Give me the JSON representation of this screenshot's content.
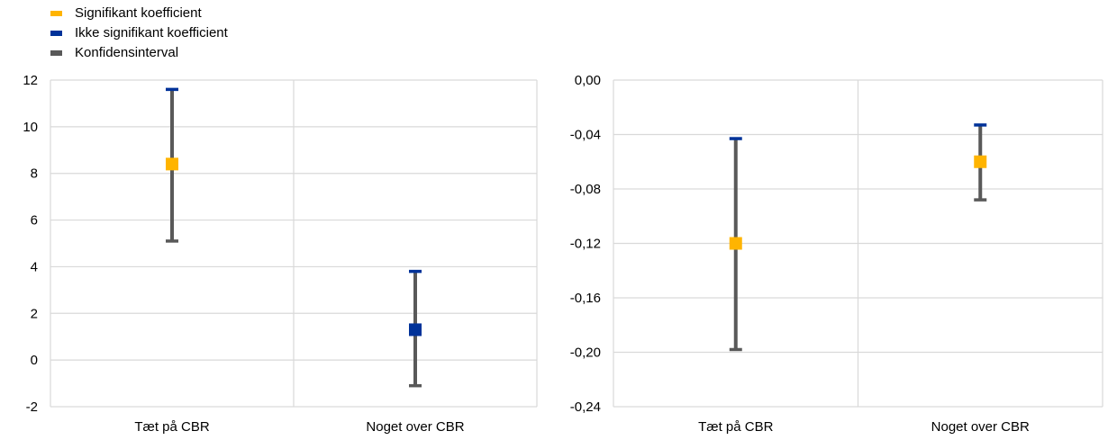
{
  "legend": {
    "items": [
      {
        "label": "Signifikant koefficient",
        "color": "#FFB400"
      },
      {
        "label": "Ikke signifikant koefficient",
        "color": "#003299"
      },
      {
        "label": "Konfidensinterval",
        "color": "#595959"
      }
    ]
  },
  "chart_data": [
    {
      "type": "scatter",
      "title": "",
      "xlabel": "",
      "ylabel": "",
      "categories": [
        "Tæt på CBR",
        "Noget over CBR"
      ],
      "ylim": [
        -2,
        12
      ],
      "yticks": [
        "-2",
        "0",
        "2",
        "4",
        "6",
        "8",
        "10",
        "12"
      ],
      "yticks_values": [
        -2,
        0,
        2,
        4,
        6,
        8,
        10,
        12
      ],
      "grid": true,
      "points": [
        {
          "category": "Tæt på CBR",
          "estimate": 8.4,
          "lower": 5.1,
          "upper": 11.6,
          "significant": true
        },
        {
          "category": "Noget over CBR",
          "estimate": 1.3,
          "lower": -1.1,
          "upper": 3.8,
          "significant": false
        }
      ]
    },
    {
      "type": "scatter",
      "title": "",
      "xlabel": "",
      "ylabel": "",
      "categories": [
        "Tæt på CBR",
        "Noget over CBR"
      ],
      "ylim": [
        -0.24,
        0.0
      ],
      "yticks": [
        "0,00",
        "-0,04",
        "-0,08",
        "-0,12",
        "-0,16",
        "-0,20",
        "-0,24"
      ],
      "yticks_values": [
        0.0,
        -0.04,
        -0.08,
        -0.12,
        -0.16,
        -0.2,
        -0.24
      ],
      "grid": true,
      "points": [
        {
          "category": "Tæt på CBR",
          "estimate": -0.12,
          "lower": -0.198,
          "upper": -0.043,
          "significant": true
        },
        {
          "category": "Noget over CBR",
          "estimate": -0.06,
          "lower": -0.088,
          "upper": -0.033,
          "significant": true
        }
      ]
    }
  ]
}
